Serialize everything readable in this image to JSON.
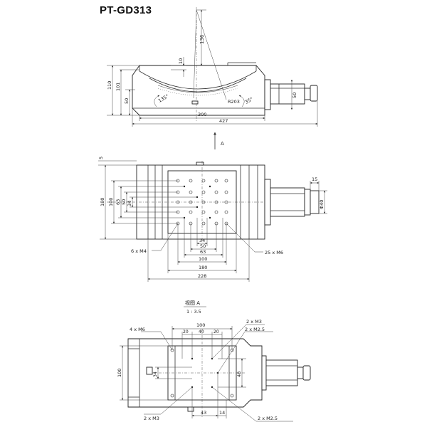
{
  "title": "PT-GD313",
  "view_arrow_label": "A",
  "view_a": {
    "title": "视图 A",
    "scale": "1 : 3.5"
  },
  "front_view": {
    "dims": {
      "d136": "136",
      "d10": "10",
      "d110": "110",
      "d101": "101",
      "d50_left": "50",
      "d50_right": "50",
      "d300": "300",
      "d427": "427",
      "r203": "R203",
      "ang135": "135°",
      "ang35": "35°"
    }
  },
  "top_view": {
    "dims": {
      "d5": "5",
      "d180": "180",
      "d100": "100",
      "d63": "63",
      "d50": "50",
      "d34": "34",
      "d15": "15",
      "dia40": "Φ40",
      "d34_b": "34",
      "d50_b": "50",
      "d63_b": "63",
      "d100_b": "100",
      "d180_b": "180",
      "d228": "228"
    },
    "labels": {
      "holes_m4": "6 x M4",
      "holes_m6": "25 x M6"
    }
  },
  "bottom_view": {
    "dims": {
      "d100_top": "100",
      "d20_left": "20",
      "d40": "40",
      "d20_right": "20",
      "d100_left": "100",
      "d34": "34",
      "d48": "48",
      "d43": "43",
      "d14": "14"
    },
    "labels": {
      "holes_m6": "4 x M6",
      "holes_m3_top": "2 x M3",
      "holes_m25_top": "2 x M2.5",
      "holes_m3_bottom": "2 x M3",
      "holes_m25_bottom": "2 x M2.5"
    }
  }
}
